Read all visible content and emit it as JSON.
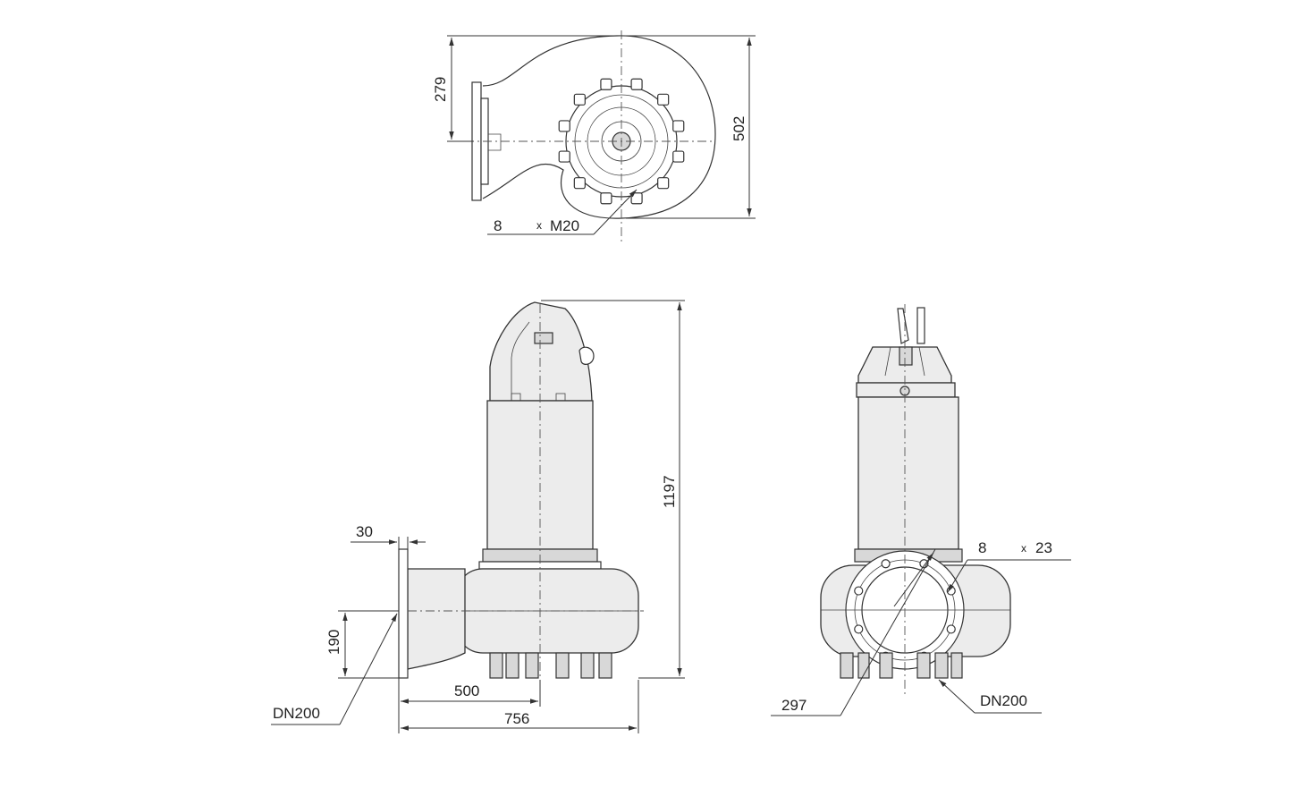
{
  "top_view": {
    "dim_inlet": "279",
    "dim_total": "502",
    "bolt_count": "8",
    "bolt_sep": "x",
    "bolt_size": "M20"
  },
  "side_view": {
    "flange_thickness": "30",
    "outlet_height": "190",
    "outlet_size": "DN200",
    "center_distance": "500",
    "total_length": "756",
    "total_height": "1197"
  },
  "front_view": {
    "hole_count": "8",
    "hole_sep": "x",
    "hole_size": "23",
    "pitch_circle": "297",
    "flange_size": "DN200"
  }
}
